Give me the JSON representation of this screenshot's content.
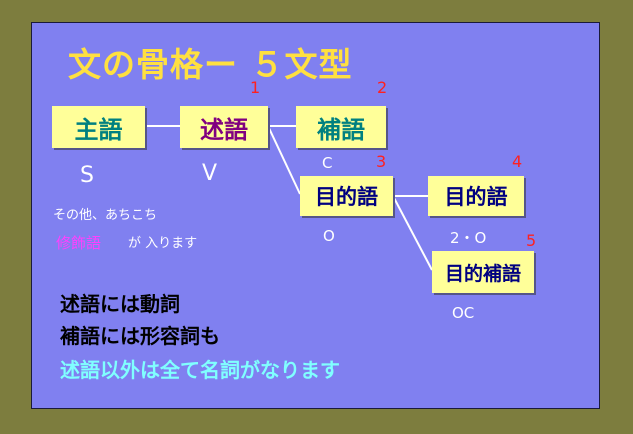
{
  "title": "文の骨格ー ５文型",
  "boxes": {
    "subject": "主語",
    "predicate": "述語",
    "complement": "補語",
    "object": "目的語",
    "object2": "目的語",
    "object_complement": "目的補語"
  },
  "numbers": {
    "n1": "1",
    "n2": "2",
    "n3": "3",
    "n4": "4",
    "n5": "5"
  },
  "letters": {
    "s": "S",
    "v": "V",
    "c": "C",
    "o": "O",
    "o2": "2・O",
    "oc": "OC"
  },
  "notes": {
    "others": "その他、あちこち",
    "modifier": "修飾語",
    "enters": "が 入ります"
  },
  "bottom_lines": {
    "line1": "述語には動詞",
    "line2": "補語には形容詞も",
    "line3": "述語以外は全て名詞がなります"
  },
  "colors": {
    "panel": "#8080f0",
    "frame": "#7d7d3e",
    "box": "#ffff99",
    "title": "#ffe040",
    "subject_text": "#008080",
    "predicate_text": "#800080",
    "number": "#ff2020",
    "modifier": "#ff40ff",
    "highlight_line": "#80ffff"
  }
}
